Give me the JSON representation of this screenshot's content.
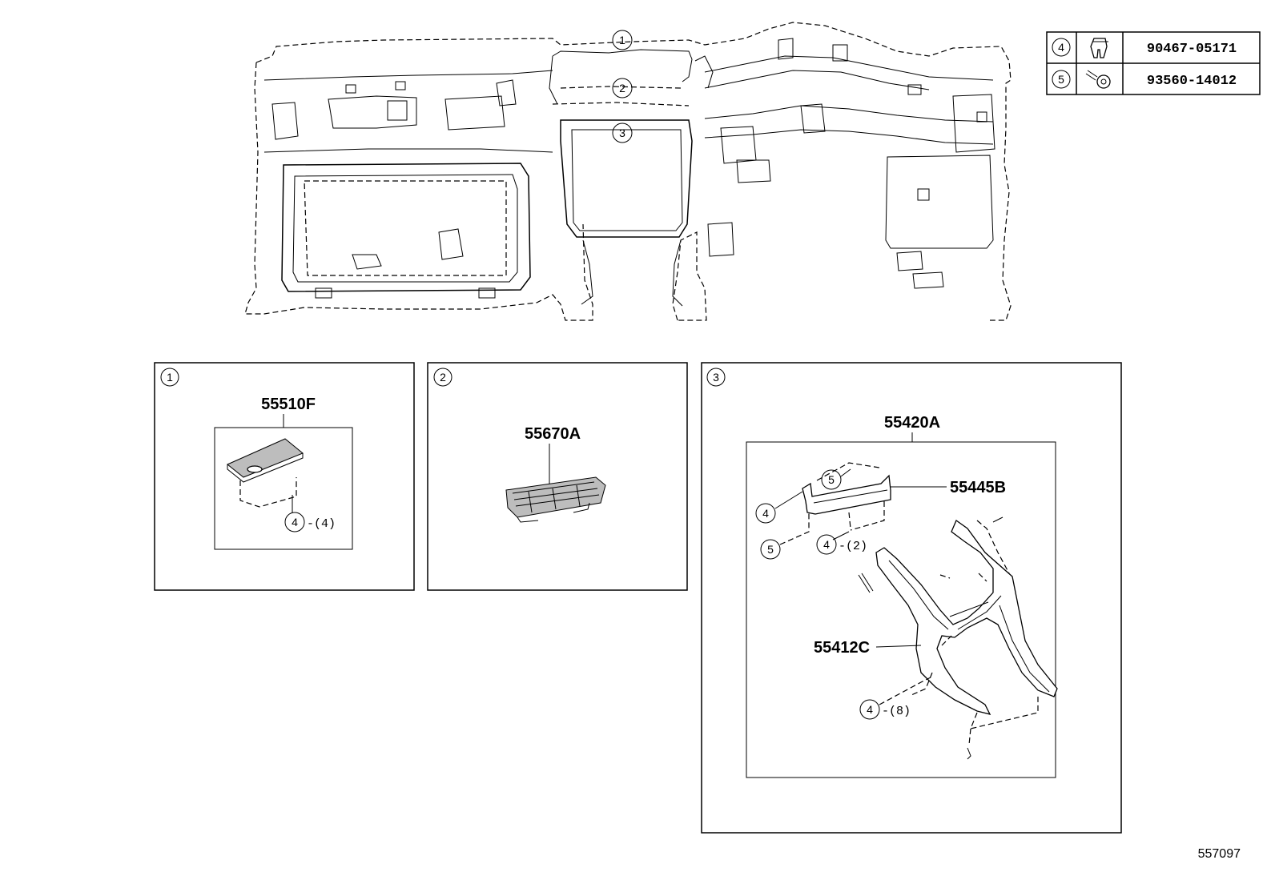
{
  "overview": {
    "callouts": [
      "1",
      "2",
      "3"
    ]
  },
  "legend": {
    "rows": [
      {
        "ref": "4",
        "icon": "clip-icon",
        "part_number": "90467-05171"
      },
      {
        "ref": "5",
        "icon": "screw-icon",
        "part_number": "93560-14012"
      }
    ]
  },
  "panels": [
    {
      "id": "1",
      "parts": [
        {
          "label": "55510F"
        }
      ],
      "fasteners": [
        {
          "ref": "4",
          "qty": "-(4)"
        }
      ]
    },
    {
      "id": "2",
      "parts": [
        {
          "label": "55670A"
        }
      ],
      "fasteners": []
    },
    {
      "id": "3",
      "assembly_label": "55420A",
      "parts": [
        {
          "label": "55445B"
        },
        {
          "label": "55412C"
        }
      ],
      "fasteners": [
        {
          "ref": "5",
          "qty": ""
        },
        {
          "ref": "4",
          "qty": ""
        },
        {
          "ref": "5",
          "qty": ""
        },
        {
          "ref": "4",
          "qty": "-(2)"
        },
        {
          "ref": "4",
          "qty": "-(8)"
        }
      ]
    }
  ],
  "figure_id": "557097"
}
